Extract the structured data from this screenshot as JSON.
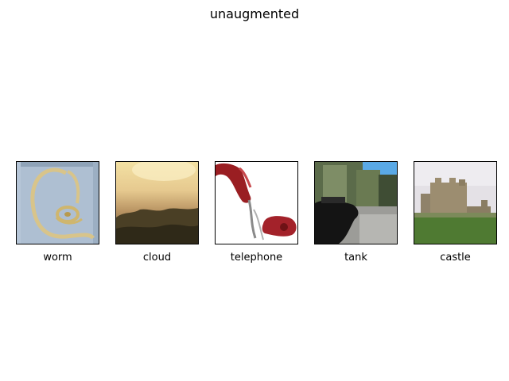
{
  "figure": {
    "title": "unaugmented",
    "panels": [
      {
        "label": "worm"
      },
      {
        "label": "cloud"
      },
      {
        "label": "telephone"
      },
      {
        "label": "tank"
      },
      {
        "label": "castle"
      }
    ]
  }
}
